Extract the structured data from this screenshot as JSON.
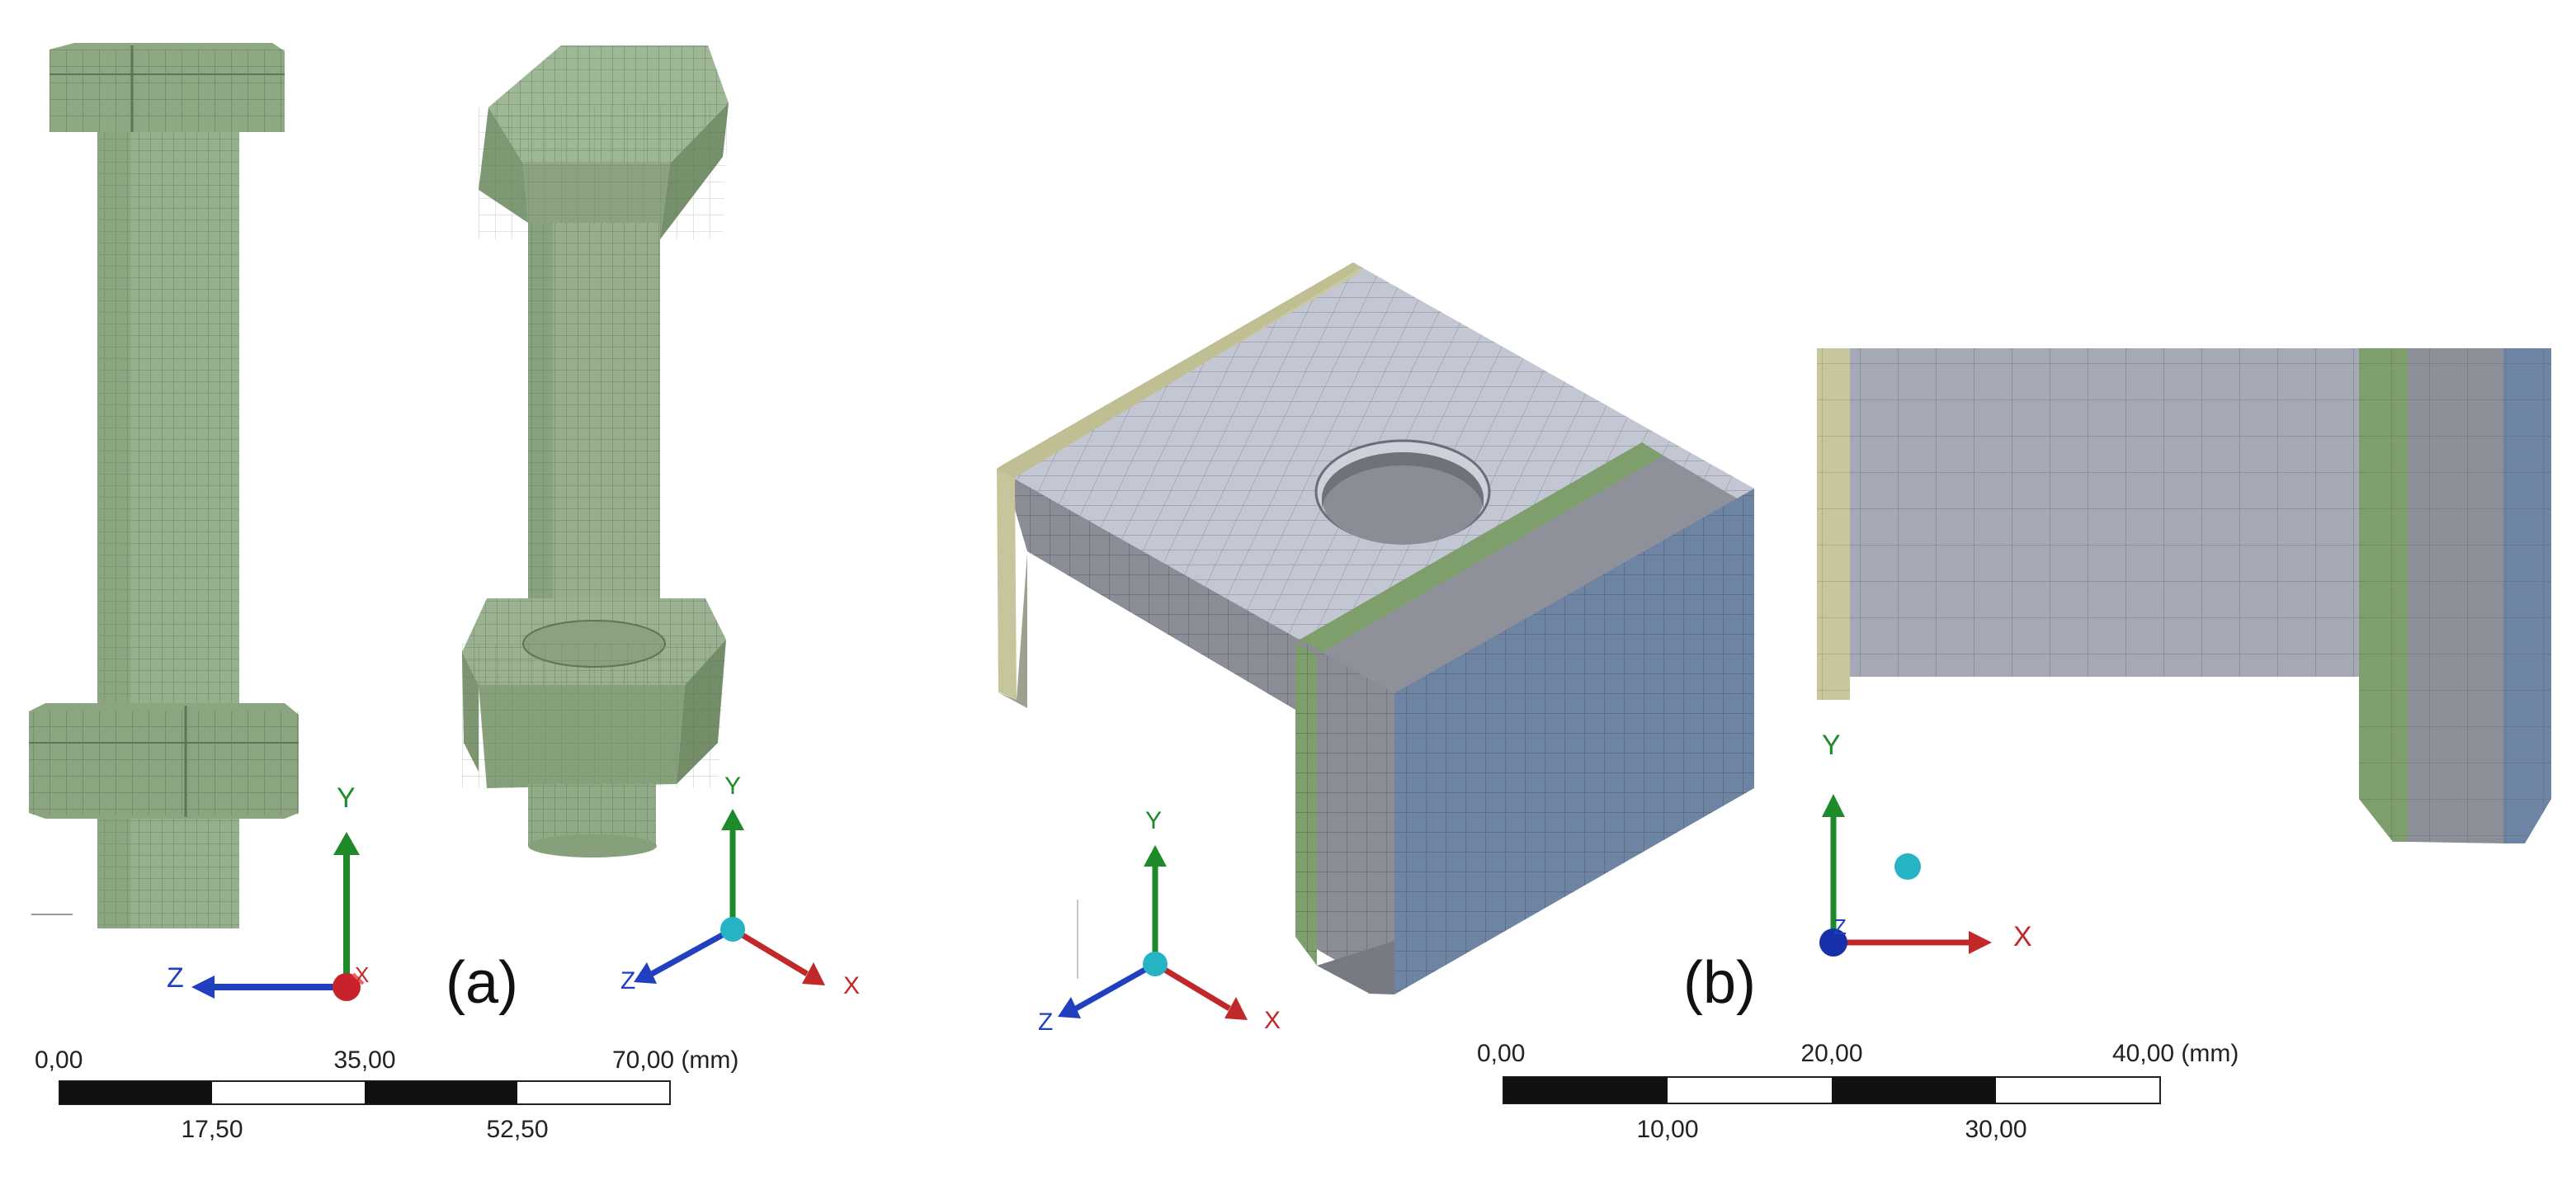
{
  "panels": {
    "a": {
      "label": "(a)"
    },
    "b": {
      "label": "(b)"
    }
  },
  "axes": {
    "x": "X",
    "y": "Y",
    "z": "Z"
  },
  "scale_a": {
    "top_ticks": [
      "0,00",
      "35,00",
      "70,00 (mm)"
    ],
    "bottom_ticks": [
      "17,50",
      "52,50"
    ]
  },
  "scale_b": {
    "top_ticks": [
      "0,00",
      "20,00",
      "40,00 (mm)"
    ],
    "bottom_ticks": [
      "10,00",
      "30,00"
    ]
  },
  "colors": {
    "bolt_fill": "#93ac88",
    "bolt_dark": "#6f8a66",
    "mesh_line": "#4f6148",
    "block_top": "#c4c7d4",
    "block_front": "#8c8f98",
    "block_side": "#6e84a3",
    "strip_green": "#7e9e6b",
    "strip_beige": "#c9c89e",
    "axis_x": "#c0282a",
    "axis_y": "#1e8a2a",
    "axis_z": "#2040c0",
    "axis_origin": "#26b4c4"
  }
}
